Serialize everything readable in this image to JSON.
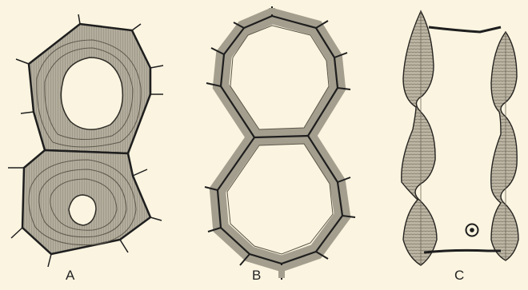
{
  "panels": [
    {
      "id": "A",
      "label": "A"
    },
    {
      "id": "B",
      "label": "B"
    },
    {
      "id": "C",
      "label": "C"
    }
  ],
  "colors": {
    "background": "#fbf4e0",
    "wall_fill": "#b3ad9d",
    "wall_dark": "#8f897b",
    "line": "#1e1e1e"
  }
}
